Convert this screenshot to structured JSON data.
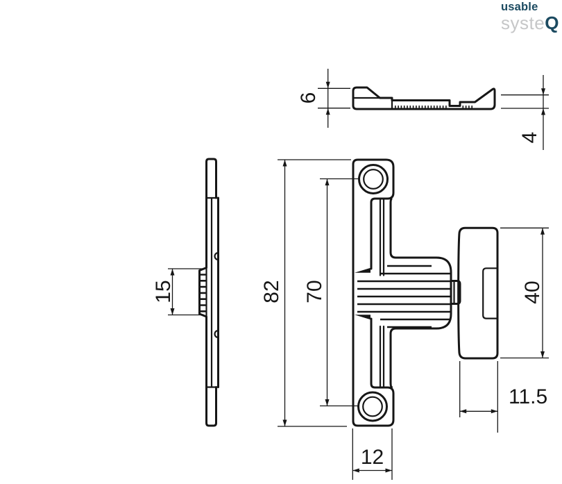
{
  "brand": {
    "name_top": "usable",
    "name_bottom_light": "syste",
    "name_bottom_accent": "Q",
    "accent_color": "#1b4a60",
    "light_color": "#c6c7c8",
    "ink_color": "#161616"
  },
  "drawing": {
    "dimensions": {
      "top_view_height": "6",
      "top_view_flange": "4",
      "rib_band_length": "15",
      "total_length": "82",
      "hole_spacing": "70",
      "plate_width": "12",
      "buffer_height": "40",
      "buffer_depth": "11.5"
    }
  }
}
